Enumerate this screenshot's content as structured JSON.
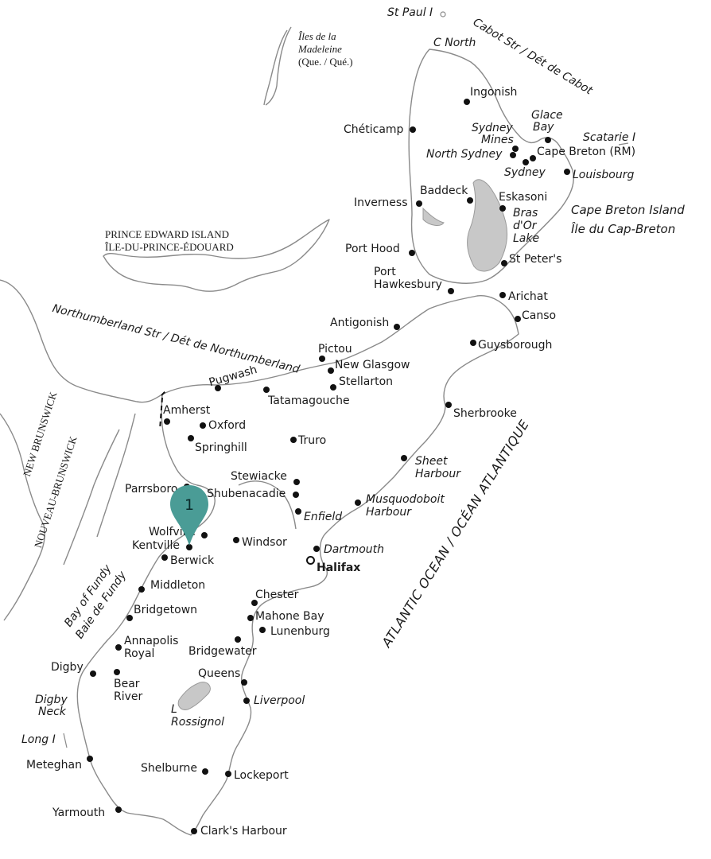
{
  "map": {
    "regions": {
      "pei": [
        "PRINCE EDWARD ISLAND",
        "ÎLE-DU-PRINCE-ÉDOUARD"
      ],
      "nb1": "NEW BRUNSWICK",
      "nb2": "NOUVEAU-BRUNSWICK",
      "madeleine": [
        "Îles de la",
        "Madeleine",
        "(Que. / Qué.)"
      ],
      "cbi": [
        "Cape Breton Island",
        "Île du Cap-Breton"
      ],
      "ocean": "ATLANTIC  OCEAN / OCÉAN  ATLANTIQUE"
    },
    "water": {
      "cabot": "Cabot Str / Dét de Cabot",
      "northumberland": "Northumberland Str / Dét de Northumberland",
      "fundy": [
        "Bay of Fundy",
        "Baie de Fundy"
      ],
      "bras_dor": [
        "Bras",
        "d'Or",
        "Lake"
      ],
      "rossignol": [
        "L",
        "Rossignol"
      ]
    },
    "islands": {
      "st_paul": "St Paul I",
      "scatarie": "Scatarie I",
      "long_i": "Long I",
      "digby_neck": [
        "Digby",
        "Neck"
      ]
    },
    "places": {
      "c_north": "C North",
      "ingonish": "Ingonish",
      "cheticamp": "Chéticamp",
      "glace_bay": [
        "Glace",
        "Bay"
      ],
      "sydney_mines": [
        "Sydney",
        "Mines"
      ],
      "north_sydney": "North Sydney",
      "cape_breton_rm": "Cape Breton (RM)",
      "sydney": "Sydney",
      "louisbourg": "Louisbourg",
      "baddeck": "Baddeck",
      "eskasoni": "Eskasoni",
      "inverness": "Inverness",
      "port_hood": "Port Hood",
      "st_peters": "St Peter's",
      "port_hawkesbury": [
        "Port",
        "Hawkesbury"
      ],
      "arichat": "Arichat",
      "canso": "Canso",
      "antigonish": "Antigonish",
      "guysborough": "Guysborough",
      "pictou": "Pictou",
      "new_glasgow": "New Glasgow",
      "stellarton": "Stellarton",
      "pugwash": "Pugwash",
      "tatamagouche": "Tatamagouche",
      "amherst": "Amherst",
      "oxford": "Oxford",
      "springhill": "Springhill",
      "sherbrooke": "Sherbrooke",
      "truro": "Truro",
      "sheet_harbour": [
        "Sheet",
        "Harbour"
      ],
      "parrsboro": "Parrsboro",
      "stewiacke": "Stewiacke",
      "shubenacadie": "Shubenacadie",
      "musquodoboit": [
        "Musquodoboit",
        "Harbour"
      ],
      "enfield": "Enfield",
      "wolfville": "Wolfville",
      "kentville": "Kentville",
      "windsor": "Windsor",
      "berwick": "Berwick",
      "dartmouth": "Dartmouth",
      "halifax": "Halifax",
      "middleton": "Middleton",
      "chester": "Chester",
      "bridgetown": "Bridgetown",
      "mahone_bay": "Mahone Bay",
      "lunenburg": "Lunenburg",
      "annapolis_royal": [
        "Annapolis",
        "Royal"
      ],
      "bridgewater": "Bridgewater",
      "digby": "Digby",
      "bear_river": [
        "Bear",
        "River"
      ],
      "queens": "Queens",
      "liverpool": "Liverpool",
      "meteghan": "Meteghan",
      "shelburne": "Shelburne",
      "lockeport": "Lockeport",
      "yarmouth": "Yarmouth",
      "clarks_harbour": "Clark's Harbour"
    },
    "marker": {
      "label": "1",
      "color": "#4a9c96"
    },
    "colors": {
      "land_outline": "#8a8a8a",
      "lake": "#c8c8c8"
    }
  }
}
